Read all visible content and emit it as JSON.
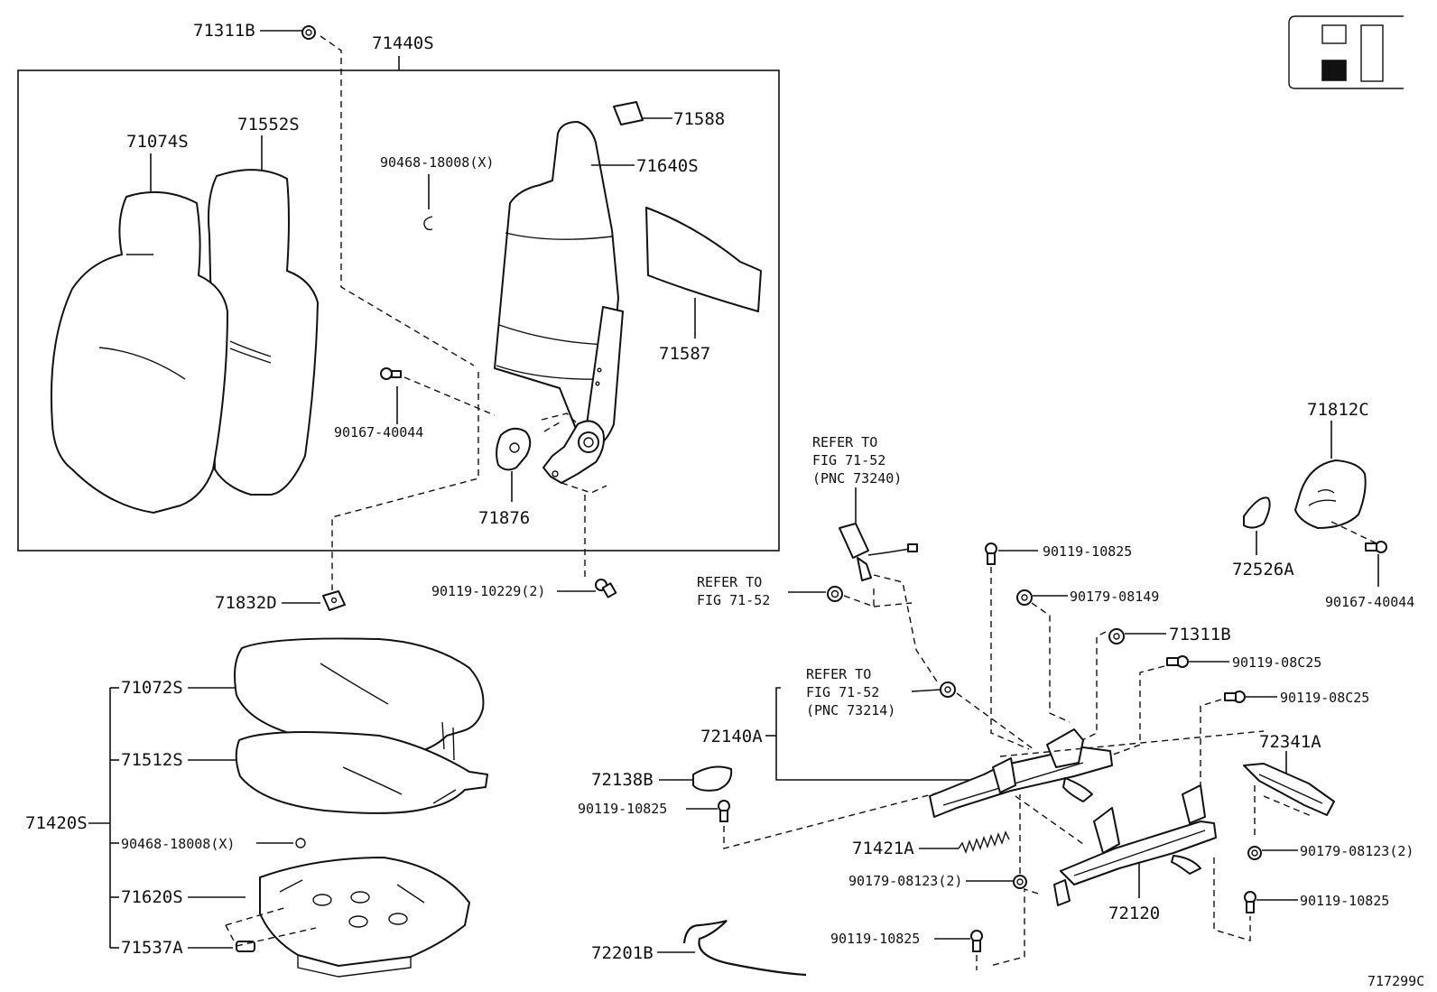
{
  "diagram_id": "717299C",
  "labels": {
    "l71311B_top": "71311B",
    "l71440S": "71440S",
    "l71552S": "71552S",
    "l71074S": "71074S",
    "l90468_top": "90468-18008(X)",
    "l71588": "71588",
    "l71640S": "71640S",
    "l71587": "71587",
    "l90167_left": "90167-40044",
    "l71876": "71876",
    "l71832D": "71832D",
    "l90119_10229": "90119-10229(2)",
    "l71072S": "71072S",
    "l71512S": "71512S",
    "l71420S": "71420S",
    "l90468_bottom": "90468-18008(X)",
    "l71620S": "71620S",
    "l71537A": "71537A",
    "refer1_l1": "REFER TO",
    "refer1_l2": "FIG 71-52",
    "refer1_l3": "(PNC 73240)",
    "refer2_l1": "REFER TO",
    "refer2_l2": "FIG 71-52",
    "refer3_l1": "REFER TO",
    "refer3_l2": "FIG 71-52",
    "refer3_l3": "(PNC 73214)",
    "l90119_10825_a": "90119-10825",
    "l90179_08149": "90179-08149",
    "l71311B_mid": "71311B",
    "l90119_08C25_a": "90119-08C25",
    "l90119_08C25_b": "90119-08C25",
    "l72140A": "72140A",
    "l72341A": "72341A",
    "l72138B": "72138B",
    "l90119_10825_b": "90119-10825",
    "l71421A": "71421A",
    "l90179_08123_a": "90179-08123(2)",
    "l90179_08123_b": "90179-08123(2)",
    "l72120": "72120",
    "l90119_10825_c": "90119-10825",
    "l90119_10825_d": "90119-10825",
    "l72201B": "72201B",
    "l71812C": "71812C",
    "l72526A": "72526A",
    "l90167_right": "90167-40044"
  }
}
